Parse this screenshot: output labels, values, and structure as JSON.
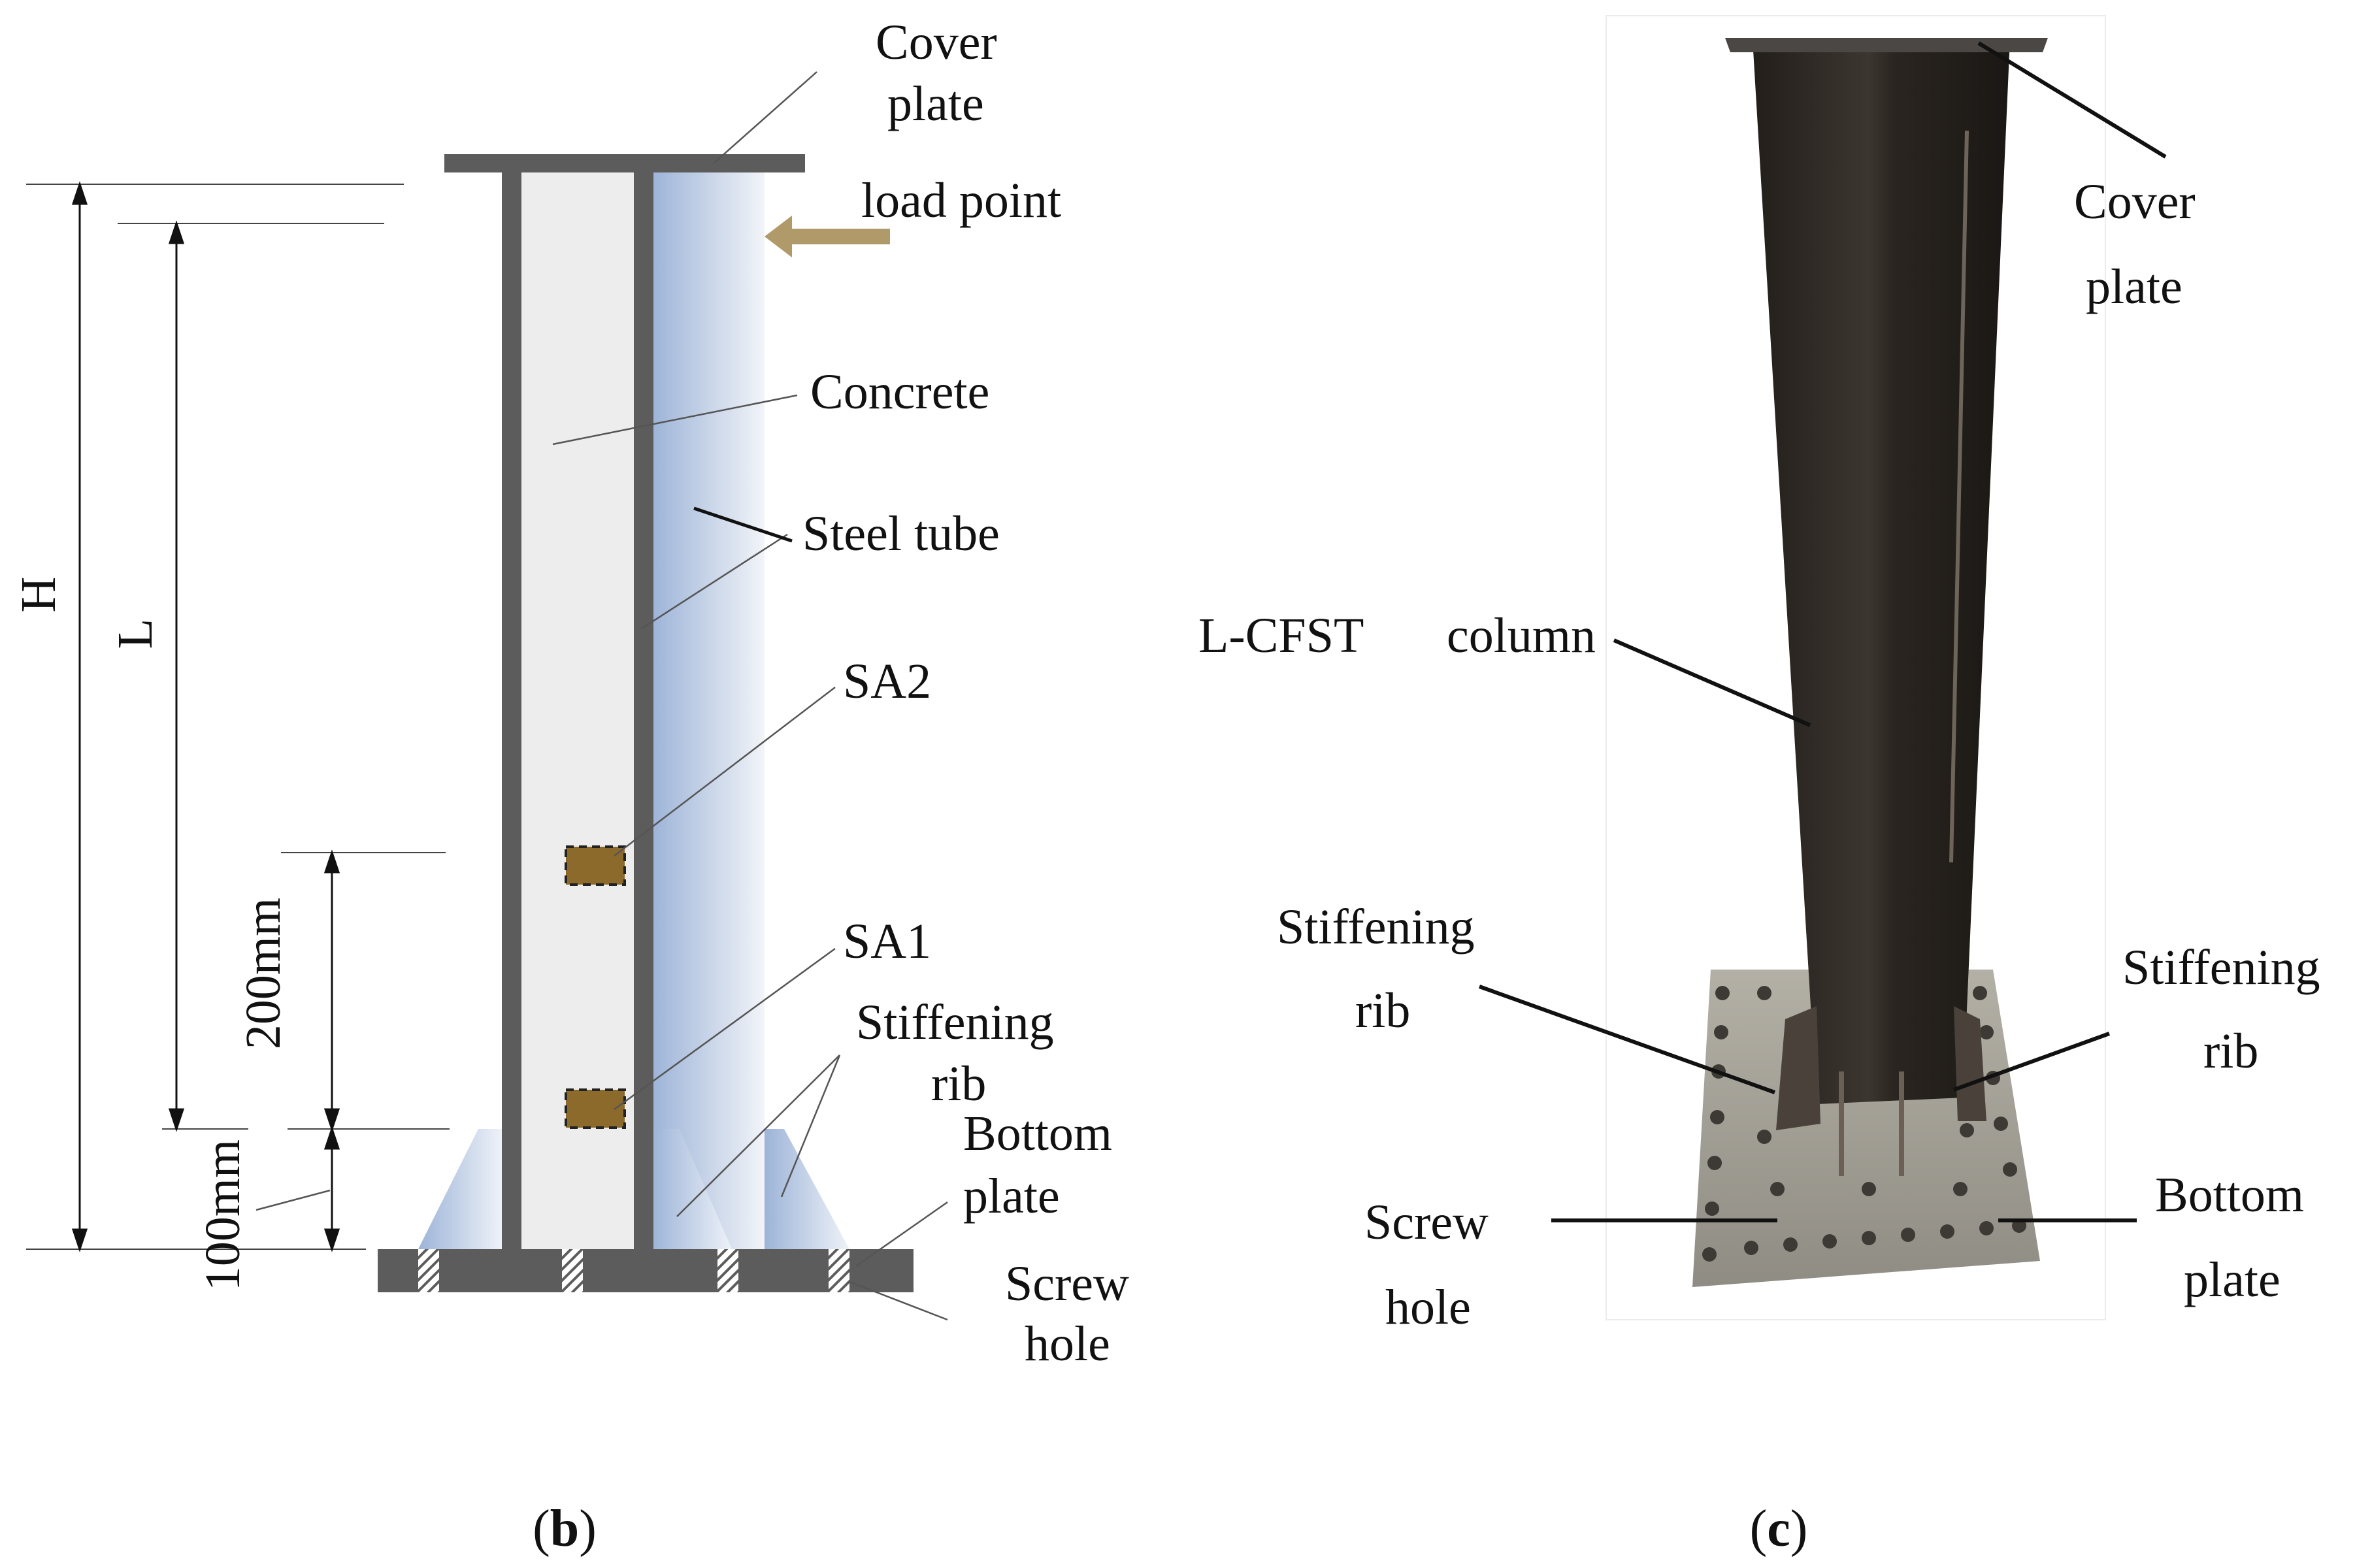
{
  "panel_b": {
    "caption_open": "(",
    "caption_letter": "b",
    "caption_close": ")",
    "labels": {
      "cover_plate_1": "Cover",
      "cover_plate_2": "plate",
      "load_point": "load point",
      "concrete": "Concrete",
      "steel_tube": "Steel tube",
      "sa2": "SA2",
      "sa1": "SA1",
      "stiffening_rib_1": "Stiffening",
      "stiffening_rib_2": "rib",
      "bottom_plate_1": "Bottom",
      "bottom_plate_2": "plate",
      "screw_hole_1": "Screw",
      "screw_hole_2": "hole"
    },
    "dimensions": {
      "h": "H",
      "l": "L",
      "d200": "200mm",
      "d100": "100mm"
    }
  },
  "panel_c": {
    "caption_open": "(",
    "caption_letter": "c",
    "caption_close": ")",
    "labels": {
      "cover_plate_1": "Cover",
      "cover_plate_2": "plate",
      "lcfst": "L-CFST",
      "column": "column",
      "stiff_left_1": "Stiffening",
      "stiff_left_2": "rib",
      "stiff_right_1": "Stiffening",
      "stiff_right_2": "rib",
      "screw_hole_1": "Screw",
      "screw_hole_2": "hole",
      "bottom_plate_1": "Bottom",
      "bottom_plate_2": "plate"
    }
  },
  "colors": {
    "steel": "#5c5c5c",
    "concrete": "#ededed",
    "tube_blue": "#9db4d8",
    "gauge": "#8b6a2c",
    "arrow": "#b09a6a",
    "column_dark": "#2c2824",
    "plate_gray": "#a8a59c"
  }
}
